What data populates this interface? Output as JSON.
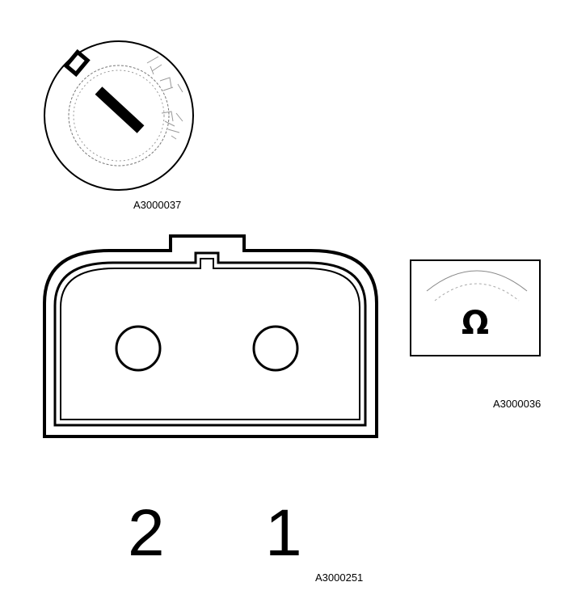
{
  "ignition_switch": {
    "caption": "A3000037"
  },
  "connector": {
    "caption": "A3000251",
    "pin_labels": [
      "2",
      "1"
    ]
  },
  "ohmmeter": {
    "caption": "A3000036",
    "symbol": "Ω"
  },
  "colors": {
    "line": "#000000",
    "background": "#ffffff"
  }
}
